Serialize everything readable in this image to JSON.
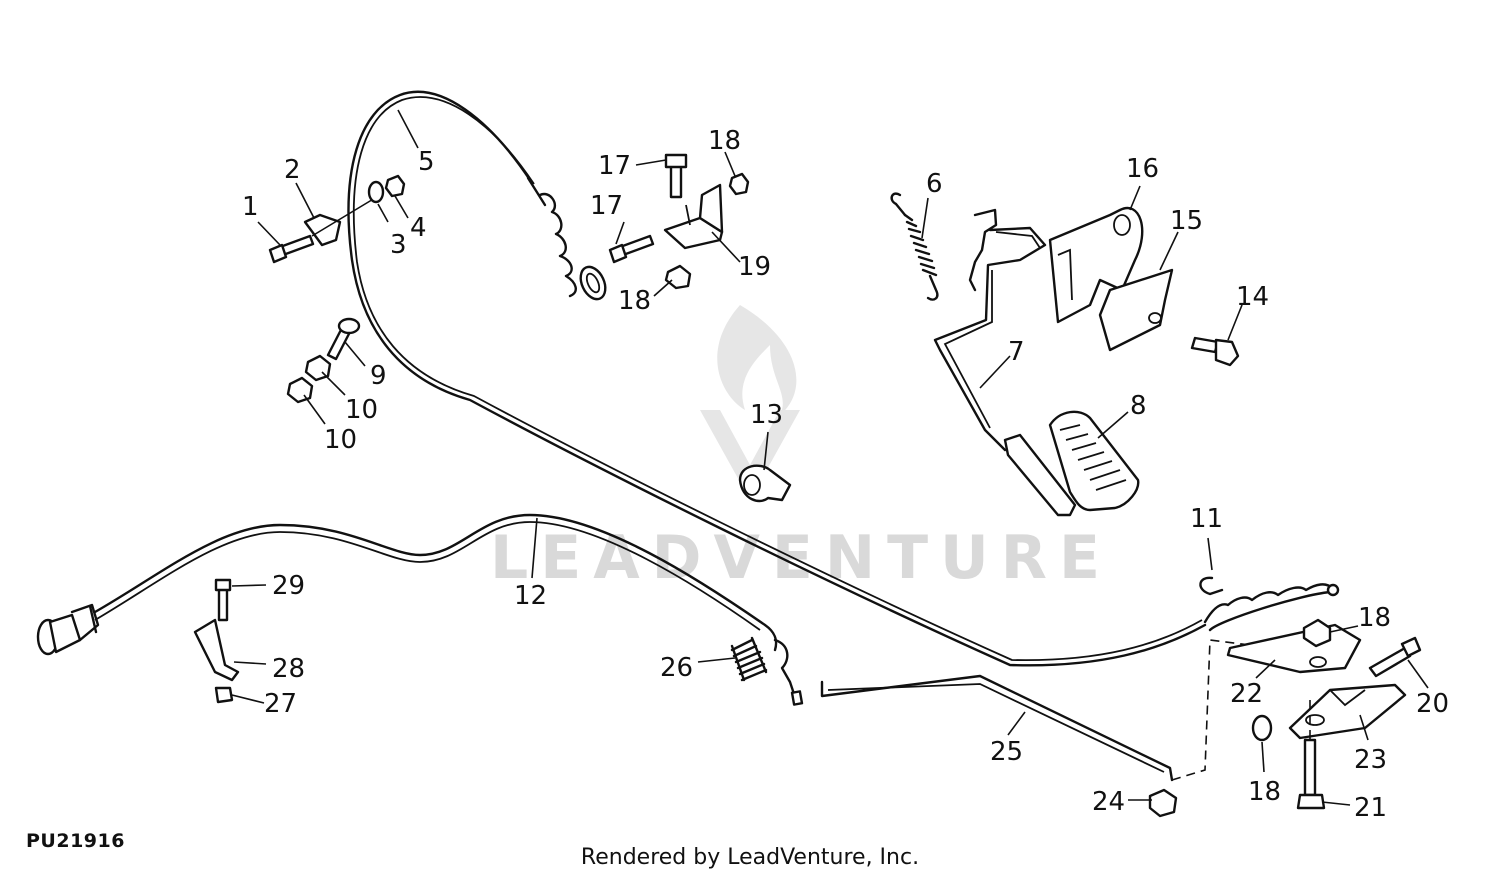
{
  "drawing_id": "PU21916",
  "footer": "Rendered by LeadVenture, Inc.",
  "watermark": "LEADVENTURE",
  "callouts": [
    {
      "id": "c1",
      "label": "1"
    },
    {
      "id": "c2",
      "label": "2"
    },
    {
      "id": "c3",
      "label": "3"
    },
    {
      "id": "c4",
      "label": "4"
    },
    {
      "id": "c5",
      "label": "5"
    },
    {
      "id": "c6",
      "label": "6"
    },
    {
      "id": "c7",
      "label": "7"
    },
    {
      "id": "c8",
      "label": "8"
    },
    {
      "id": "c9",
      "label": "9"
    },
    {
      "id": "c10a",
      "label": "10"
    },
    {
      "id": "c10b",
      "label": "10"
    },
    {
      "id": "c11",
      "label": "11"
    },
    {
      "id": "c12",
      "label": "12"
    },
    {
      "id": "c13",
      "label": "13"
    },
    {
      "id": "c14",
      "label": "14"
    },
    {
      "id": "c15",
      "label": "15"
    },
    {
      "id": "c16",
      "label": "16"
    },
    {
      "id": "c17a",
      "label": "17"
    },
    {
      "id": "c17b",
      "label": "17"
    },
    {
      "id": "c18a",
      "label": "18"
    },
    {
      "id": "c18b",
      "label": "18"
    },
    {
      "id": "c18c",
      "label": "18"
    },
    {
      "id": "c18d",
      "label": "18"
    },
    {
      "id": "c19",
      "label": "19"
    },
    {
      "id": "c20",
      "label": "20"
    },
    {
      "id": "c21",
      "label": "21"
    },
    {
      "id": "c22",
      "label": "22"
    },
    {
      "id": "c23",
      "label": "23"
    },
    {
      "id": "c24",
      "label": "24"
    },
    {
      "id": "c25",
      "label": "25"
    },
    {
      "id": "c26",
      "label": "26"
    },
    {
      "id": "c27",
      "label": "27"
    },
    {
      "id": "c28",
      "label": "28"
    },
    {
      "id": "c29",
      "label": "29"
    }
  ]
}
